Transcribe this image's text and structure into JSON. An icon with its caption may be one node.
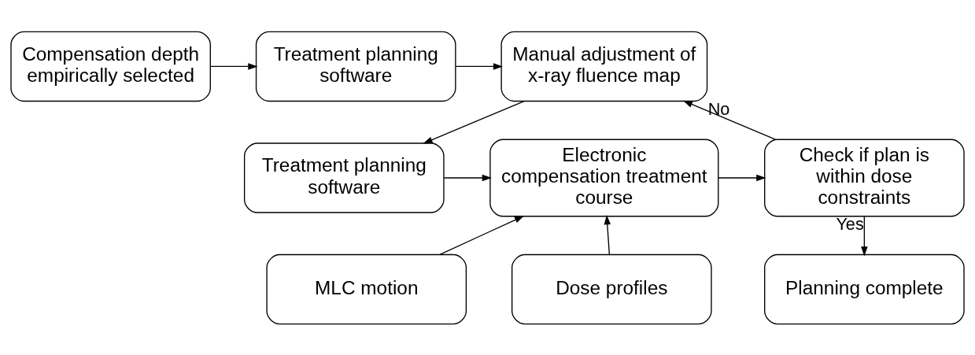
{
  "diagram": {
    "nodes": [
      {
        "text": [
          "Compensation depth empirically selected"
        ]
      },
      {
        "text": [
          "Treatment planning software"
        ]
      },
      {
        "text": [
          "Manual adjustment of x-ray fluence map"
        ]
      },
      {
        "text": [
          "Check if plan is within dose constraints"
        ]
      },
      {
        "text": [
          "Electronic compensation treatment course"
        ]
      },
      {
        "text": [
          "Treatment planning software"
        ]
      },
      {
        "text": [
          "Planning complete"
        ]
      },
      {
        "text": [
          "MLC motion"
        ]
      },
      {
        "text": [
          "Dose profiles"
        ]
      }
    ],
    "edges": [
      {
        "from": 0,
        "to": 1,
        "arrow": "to"
      },
      {
        "from": 1,
        "to": 2,
        "arrow": "to"
      },
      {
        "from": 2,
        "to": 5,
        "arrow": "to"
      },
      {
        "from": 3,
        "to": 2,
        "arrow": "to",
        "label": "No"
      },
      {
        "from": 5,
        "to": 4,
        "arrow": "to"
      },
      {
        "from": 7,
        "to": 4,
        "arrow": "to"
      },
      {
        "from": 8,
        "to": 4,
        "arrow": "to"
      },
      {
        "from": 4,
        "to": 3,
        "arrow": "to"
      },
      {
        "from": 3,
        "to": 6,
        "arrow": "to",
        "label": "Yes"
      }
    ]
  }
}
